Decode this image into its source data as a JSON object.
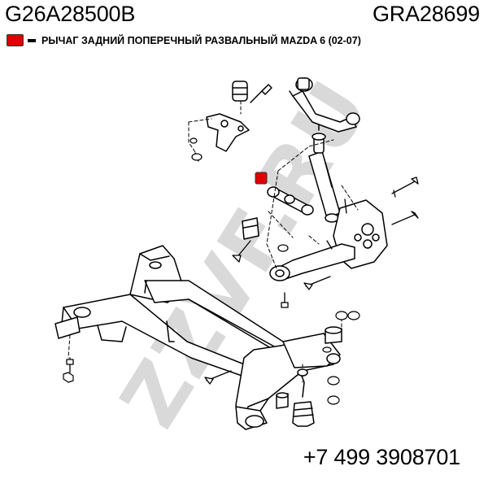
{
  "header": {
    "part_code": "G26A28500B",
    "ref_code": "GRA28699"
  },
  "legend": {
    "description": "РЫЧАГ ЗАДНИЙ ПОПЕРЕЧНЫЙ РАЗВАЛЬНЫЙ MAZDA 6 (02-07)"
  },
  "watermark": "ZZVF.RU",
  "footer": {
    "phone": "+7 499 3908701"
  },
  "colors": {
    "highlight": "#e10000",
    "line": "#000000",
    "watermark": "#d9d9d9"
  }
}
